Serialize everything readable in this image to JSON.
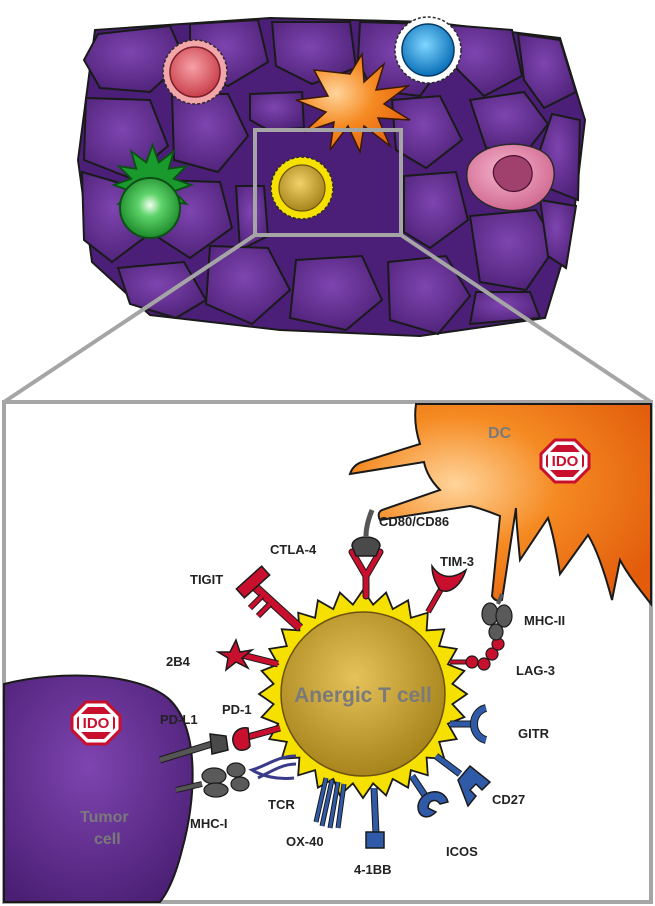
{
  "labels": {
    "dc": "DC",
    "ido_dc": "IDO",
    "ido_tumor": "IDO",
    "cd80_cd86": "CD80/CD86",
    "ctla4": "CTLA-4",
    "tim3": "TIM-3",
    "tigit": "TIGIT",
    "mhc_ii": "MHC-II",
    "b4": "2B4",
    "lag3": "LAG-3",
    "pd1": "PD-1",
    "pdl1": "PD-L1",
    "tcell": "Anergic T cell",
    "gitr": "GITR",
    "tcr": "TCR",
    "cd27": "CD27",
    "mhc_i": "MHC-I",
    "ox40": "OX-40",
    "icos": "ICOS",
    "b41bb": "4-1BB",
    "tumor_line1": "Tumor",
    "tumor_line2": "cell"
  },
  "colors": {
    "tumor": "#5b2a86",
    "tcell": "#f5e000",
    "dc": "#f07a1a",
    "inhibitory": "#c8102e",
    "costim": "#2f5aa8",
    "frame": "#a5a5a5"
  }
}
